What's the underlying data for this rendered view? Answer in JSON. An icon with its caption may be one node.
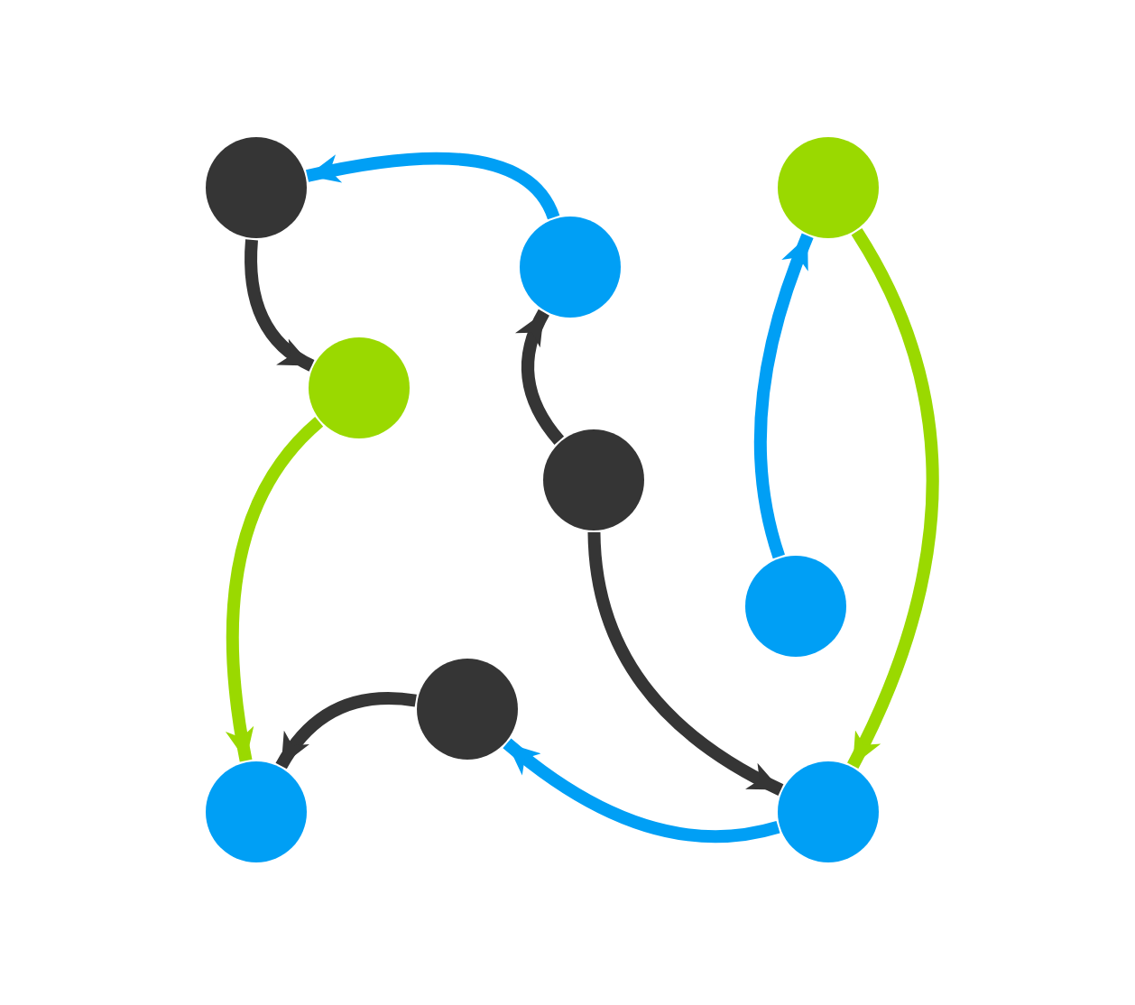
{
  "diagram": {
    "nodes": [
      {
        "text": [],
        "shape": "circle"
      },
      {
        "text": [],
        "shape": "circle"
      },
      {
        "text": [],
        "shape": "circle"
      },
      {
        "text": [],
        "shape": "circle"
      },
      {
        "text": [],
        "shape": "circle"
      },
      {
        "text": [],
        "shape": "circle"
      },
      {
        "text": [],
        "shape": "circle"
      },
      {
        "text": [],
        "shape": "circle"
      },
      {
        "text": [],
        "shape": "circle"
      }
    ],
    "edges": [
      {
        "from": 2,
        "to": 0,
        "arrow": "to",
        "color": "#009ff5"
      },
      {
        "from": 0,
        "to": 3,
        "arrow": "to"
      },
      {
        "from": 3,
        "to": 7,
        "arrow": "to",
        "color": "#9ad900"
      },
      {
        "from": 4,
        "to": 2,
        "arrow": "to"
      },
      {
        "from": 4,
        "to": 8,
        "arrow": "to"
      },
      {
        "from": 5,
        "to": 1,
        "arrow": "to",
        "color": "#009ff5"
      },
      {
        "from": 1,
        "to": 8,
        "arrow": "to",
        "color": "#9ad900"
      },
      {
        "from": 8,
        "to": 6,
        "arrow": "to",
        "color": "#009ff5"
      },
      {
        "from": 6,
        "to": 7,
        "arrow": "to"
      }
    ]
  }
}
